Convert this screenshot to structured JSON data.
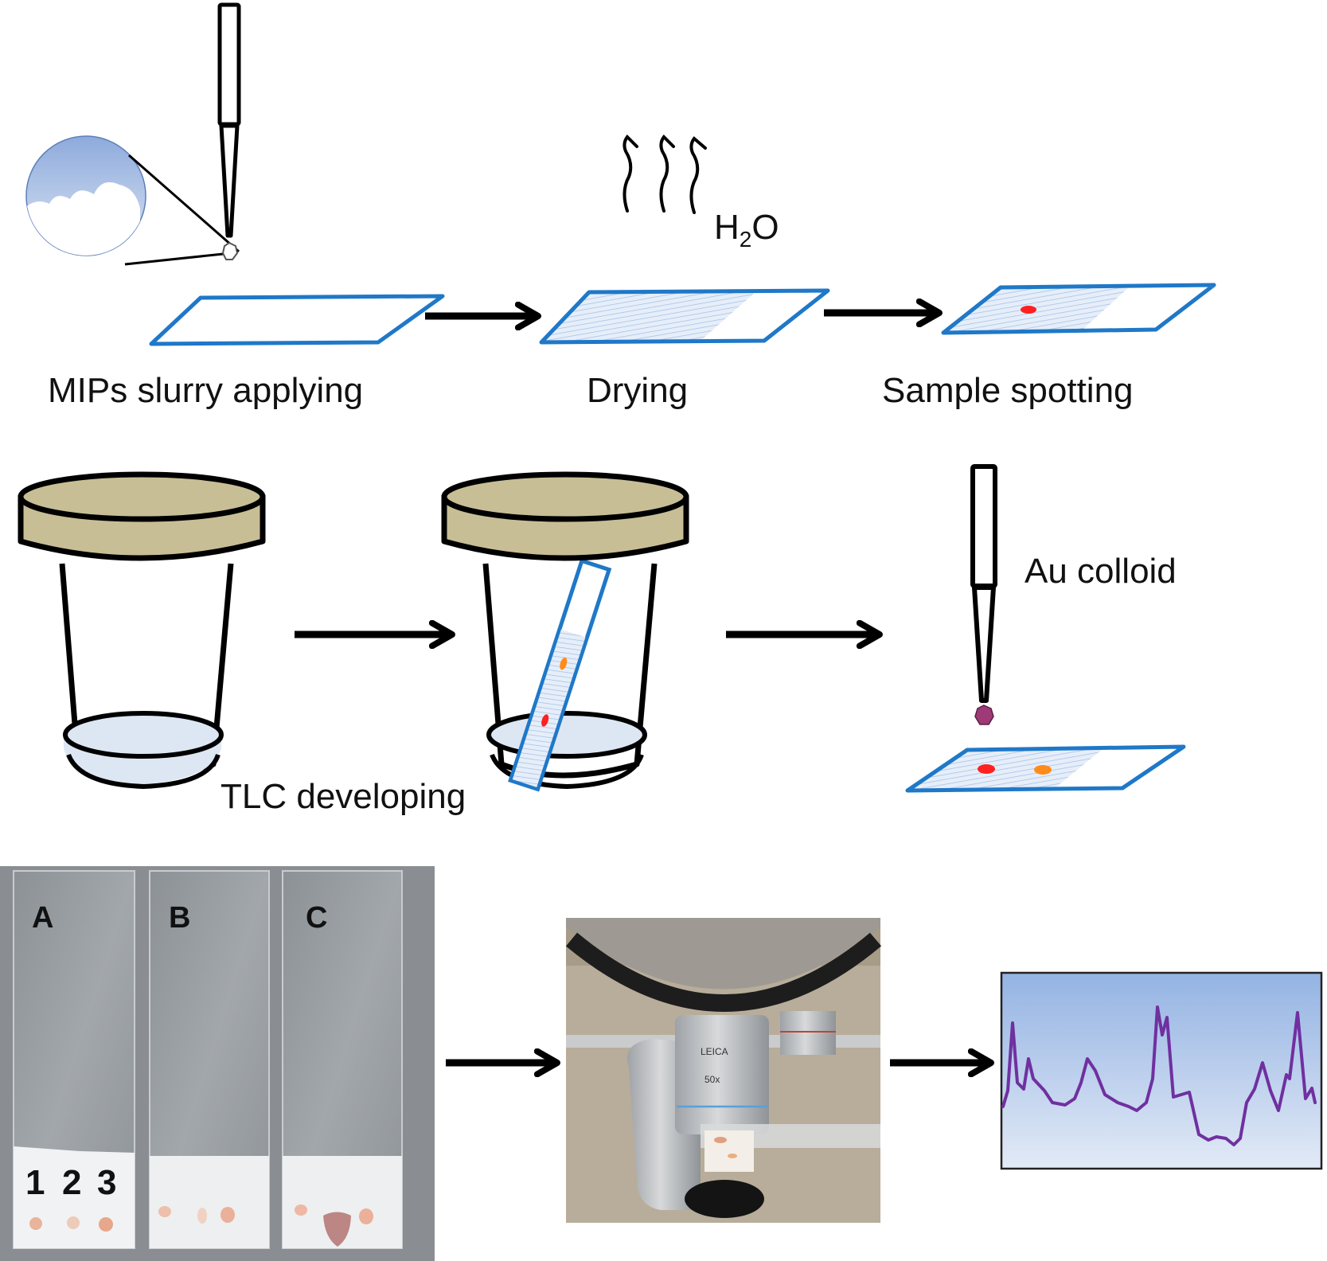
{
  "figure": {
    "steps": {
      "mips_slurry_applying": "MIPs slurry applying",
      "drying": "Drying",
      "water_symbol": {
        "main": "H",
        "sub": "2",
        "end": "O"
      },
      "sample_spotting": "Sample spotting",
      "tlc_developing": "TLC developing",
      "au_colloid": "Au colloid"
    },
    "photo_plates": {
      "panels": [
        "A",
        "B",
        "C"
      ],
      "lanes": [
        "1",
        "2",
        "3"
      ]
    },
    "microscope": {
      "brand_text": "LEICA",
      "magnification": "50x"
    },
    "spectrum": {
      "line_color": "#7030A0"
    },
    "colors": {
      "plate_border": "#1F78C8",
      "plate_fill": "#DCE8F7",
      "red_spot": "#FF2020",
      "orange_spot": "#FF8C1A",
      "cap": "#C8BE96",
      "solvent": "#DDE7F3",
      "au_drop": "#9E3A78"
    }
  }
}
